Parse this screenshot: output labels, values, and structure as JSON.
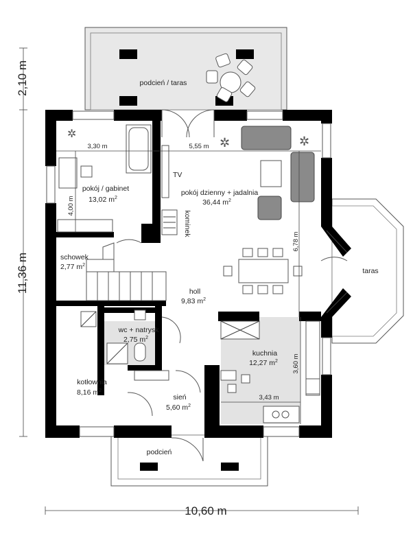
{
  "dimensions": {
    "total_width": "10,60 m",
    "total_height": "11,36 m",
    "terrace_depth": "2,10 m",
    "pokoj_width": "3,30 m",
    "pokoj_height": "4,00 m",
    "living_width": "5,55 m",
    "living_height": "6,78 m",
    "kitchen_width": "3,43 m",
    "kitchen_height": "3,60 m"
  },
  "rooms": {
    "podcien_taras": {
      "name": "podcień / taras"
    },
    "pokoj": {
      "name": "pokój / gabinet",
      "area": "13,02 m",
      "unit_sup": "2"
    },
    "dzienny": {
      "name": "pokój dzienny + jadalnia",
      "area": "36,44 m",
      "unit_sup": "2"
    },
    "schowek": {
      "name": "schowek",
      "area": "2,77 m",
      "unit_sup": "2"
    },
    "holl": {
      "name": "holl",
      "area": "9,83 m",
      "unit_sup": "2"
    },
    "wc": {
      "name": "wc + natrysk",
      "area": "2,75 m",
      "unit_sup": "2"
    },
    "kuchnia": {
      "name": "kuchnia",
      "area": "12,27 m",
      "unit_sup": "2"
    },
    "kotlownia": {
      "name": "kotłownia",
      "area": "8,16 m",
      "unit_sup": "2"
    },
    "sien": {
      "name": "sień",
      "area": "5,60 m",
      "unit_sup": "2"
    },
    "podcien": {
      "name": "podcień"
    },
    "taras": {
      "name": "taras"
    }
  },
  "labels": {
    "tv": "TV",
    "kominek": "kominek"
  },
  "colors": {
    "wall": "#000000",
    "terrace_floor": "#e8e8e8",
    "kitchen_floor": "#e3e3e3",
    "sofa": "#8a8a8a"
  }
}
